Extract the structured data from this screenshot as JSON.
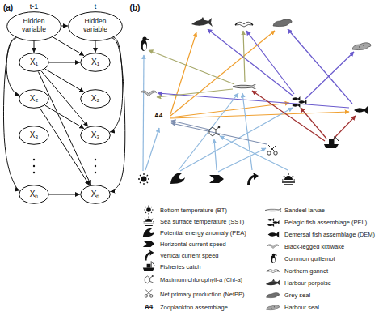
{
  "diagram": {
    "nodes": [
      {
        "text": [
          "Hidden variable"
        ]
      },
      {
        "text": [
          "Hidden variable"
        ]
      },
      {
        "text": [
          "X₁"
        ]
      },
      {
        "text": [
          "X₁"
        ]
      },
      {
        "text": [
          "X₂"
        ]
      },
      {
        "text": [
          "X₂"
        ]
      },
      {
        "text": [
          "X₃"
        ]
      },
      {
        "text": [
          "X₃"
        ]
      },
      {
        "text": [
          "Xₙ"
        ]
      },
      {
        "text": [
          "Xₙ"
        ]
      }
    ],
    "edges": [
      {
        "from": 0,
        "to": 1,
        "arrow": "to"
      },
      {
        "from": 0,
        "to": 2,
        "arrow": "to"
      },
      {
        "from": 0,
        "to": 4,
        "arrow": "to"
      },
      {
        "from": 0,
        "to": 8,
        "arrow": "to"
      },
      {
        "from": 0,
        "to": 3,
        "arrow": "to"
      },
      {
        "from": 1,
        "to": 3,
        "arrow": "to"
      },
      {
        "from": 1,
        "to": 7,
        "arrow": "to"
      },
      {
        "from": 1,
        "to": 9,
        "arrow": "to"
      },
      {
        "from": 2,
        "to": 3,
        "arrow": "to"
      },
      {
        "from": 2,
        "to": 5,
        "arrow": "to"
      },
      {
        "from": 2,
        "to": 7,
        "arrow": "to"
      },
      {
        "from": 2,
        "to": 9,
        "arrow": "to"
      },
      {
        "from": 4,
        "to": 7,
        "arrow": "to"
      },
      {
        "from": 4,
        "to": 9,
        "arrow": "to"
      },
      {
        "from": 8,
        "to": 9,
        "arrow": "to"
      }
    ],
    "labels": [
      "(a)",
      "t-1",
      "t",
      "(b)",
      "A4",
      "A4"
    ],
    "legend": [
      {
        "text": "Bottom temperature (BT)"
      },
      {
        "text": "Sea surface temperature (SST)"
      },
      {
        "text": "Potential energy anomaly (PEA)"
      },
      {
        "text": "Horizontal current speed"
      },
      {
        "text": "Vertical current speed"
      },
      {
        "text": "Fisheries catch"
      },
      {
        "text": "Maximum chlorophyll-a (Chl-a)"
      },
      {
        "text": "Net primary production (NetPP)"
      },
      {
        "text": "Zooplankton assemblage"
      },
      {
        "text": "Sandeel larvae"
      },
      {
        "text": "Pelagic fish assemblage (PEL)"
      },
      {
        "text": "Demersal fish assemblage (DEM)"
      },
      {
        "text": "Black-legged kittiwake"
      },
      {
        "text": "Common guillemot"
      },
      {
        "text": "Northern gannet"
      },
      {
        "text": "Harbour porpoise"
      },
      {
        "text": "Grey seal"
      },
      {
        "text": "Harbour seal"
      }
    ]
  }
}
